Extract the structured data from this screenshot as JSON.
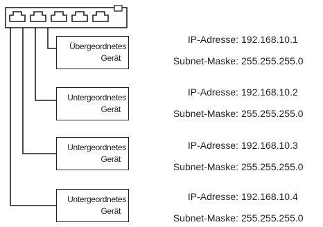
{
  "colors": {
    "stroke": "#231f20",
    "background": "#ffffff"
  },
  "switch": {
    "icon": "network-switch-icon",
    "port_count": 5,
    "led_count": 1
  },
  "devices": [
    {
      "role": "Übergeordnetes",
      "noun": "Gerät",
      "ip_label": "IP-Adresse:",
      "ip_value": "192.168.10.1",
      "mask_label": "Subnet-Maske:",
      "mask_value": "255.255.255.0"
    },
    {
      "role": "Untergeordnetes",
      "noun": "Gerät",
      "ip_label": "IP-Adresse:",
      "ip_value": "192.168.10.2",
      "mask_label": "Subnet-Maske:",
      "mask_value": "255.255.255.0"
    },
    {
      "role": "Untergeordnetes",
      "noun": "Gerät",
      "ip_label": "IP-Adresse:",
      "ip_value": "192.168.10.3",
      "mask_label": "Subnet-Maske:",
      "mask_value": "255.255.255.0"
    },
    {
      "role": "Untergeordnetes",
      "noun": "Gerät",
      "ip_label": "IP-Adresse:",
      "ip_value": "192.168.10.4",
      "mask_label": "Subnet-Maske:",
      "mask_value": "255.255.255.0"
    }
  ]
}
